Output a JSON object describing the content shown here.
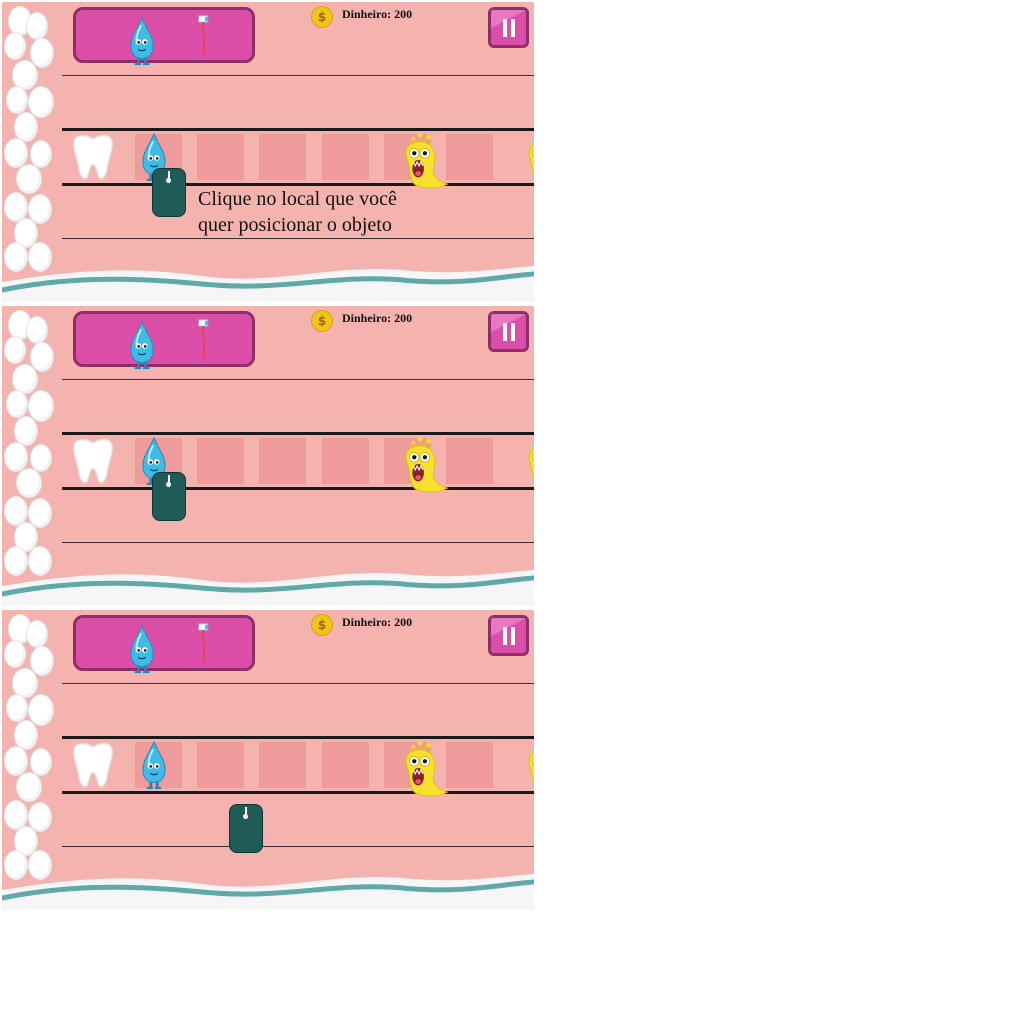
{
  "hud": {
    "money_label": "Dinheiro: 200",
    "coin_symbol": "$"
  },
  "instruction": {
    "line1": "Clique no local que você",
    "line2": "quer posicionar o objeto"
  },
  "icons": {
    "seed": "water-drop-icon",
    "brush": "toothbrush-icon",
    "pause": "pause-icon",
    "coin": "coin-icon",
    "tooth": "tooth-icon",
    "monster": "yellow-germ-monster",
    "cursor": "mouse-cursor-icon"
  },
  "colors": {
    "background": "#f4b3ae",
    "panel": "#dc4ea8",
    "panel_border": "#8c2f6c",
    "tile": "#ef9b9b",
    "wave": "#5fa9ab",
    "coin": "#f2c21b",
    "drop": "#3ebbe8",
    "monster": "#f7e12a"
  }
}
